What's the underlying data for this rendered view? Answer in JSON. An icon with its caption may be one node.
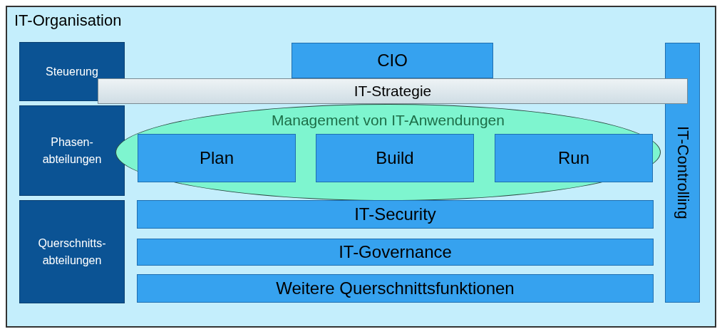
{
  "diagram": {
    "nodes": [
      {
        "text": [
          "IT-Organisation"
        ]
      },
      {
        "text": [
          "Steuerung"
        ],
        "in": 0
      },
      {
        "text": [
          "Phasen- abteilungen"
        ],
        "in": 0
      },
      {
        "text": [
          "Querschnitts- abteilungen"
        ],
        "in": 0
      },
      {
        "text": [
          "CIO"
        ],
        "in": 0
      },
      {
        "text": [
          "IT-Strategie"
        ],
        "in": 0
      },
      {
        "text": [
          "Management von IT-Anwendungen"
        ],
        "in": 0
      },
      {
        "text": [
          "Plan"
        ],
        "in": 6
      },
      {
        "text": [
          "Build"
        ],
        "in": 6
      },
      {
        "text": [
          "Run"
        ],
        "in": 6
      },
      {
        "text": [
          "IT-Security"
        ],
        "in": 0
      },
      {
        "text": [
          "IT-Governance"
        ],
        "in": 0
      },
      {
        "text": [
          "Weitere Querschnittsfunktionen"
        ],
        "in": 0
      },
      {
        "text": [
          "IT-Controlling"
        ],
        "in": 0
      }
    ],
    "edges": []
  }
}
